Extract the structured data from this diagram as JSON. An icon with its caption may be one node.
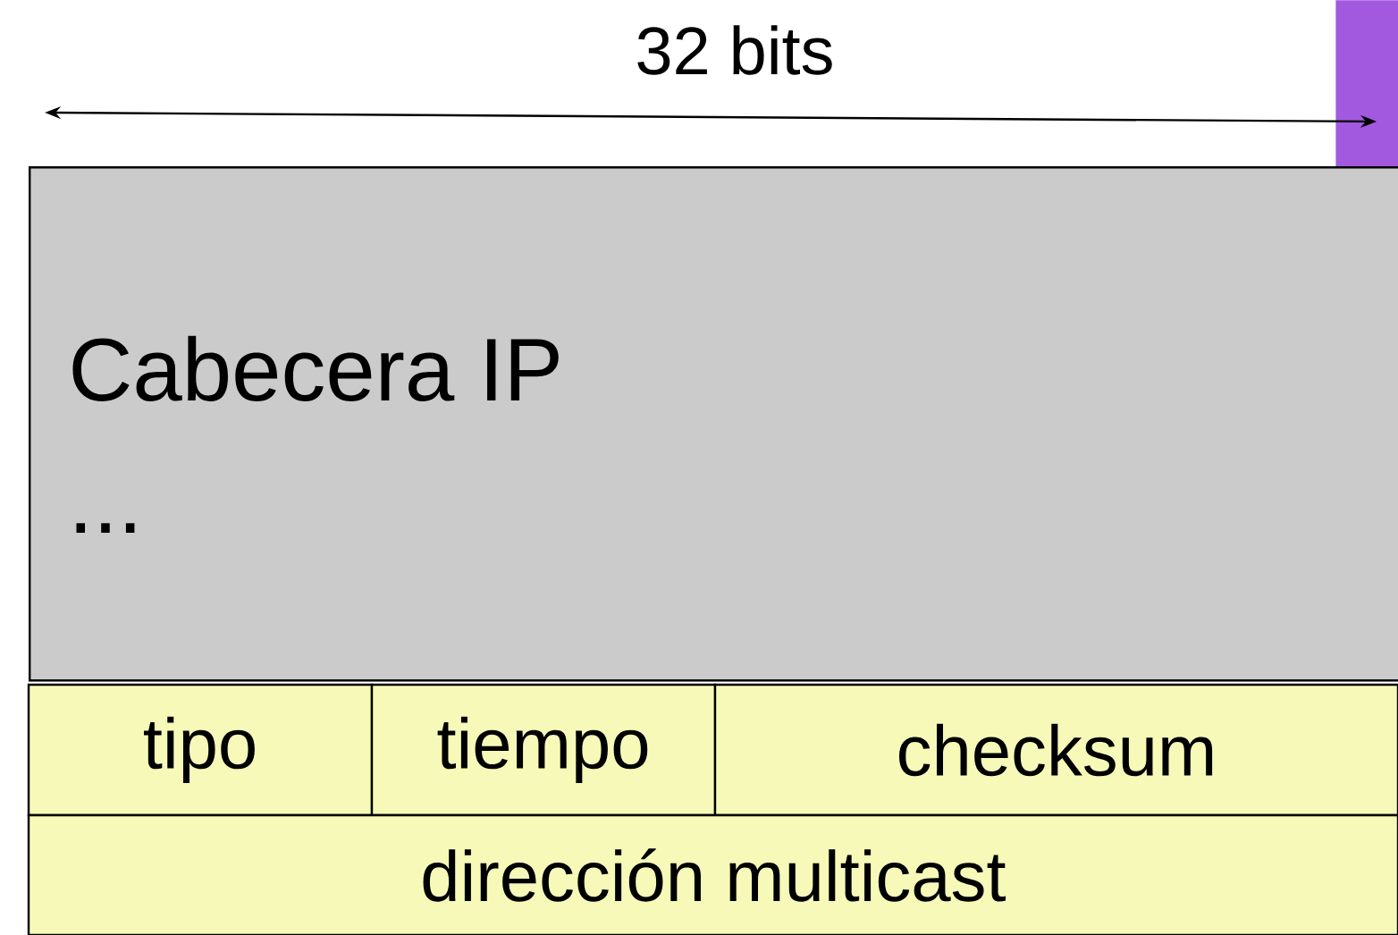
{
  "diagram": {
    "nodes": [
      {
        "text": [
          "Cabecera IP",
          "..."
        ]
      },
      {
        "text": [
          "tipo"
        ]
      },
      {
        "text": [
          "tiempo"
        ]
      },
      {
        "text": [
          "checksum"
        ]
      },
      {
        "text": [
          "dirección multicast"
        ]
      },
      {
        "text": [],
        "shape": "bar"
      }
    ],
    "labels": [
      "32 bits"
    ]
  }
}
